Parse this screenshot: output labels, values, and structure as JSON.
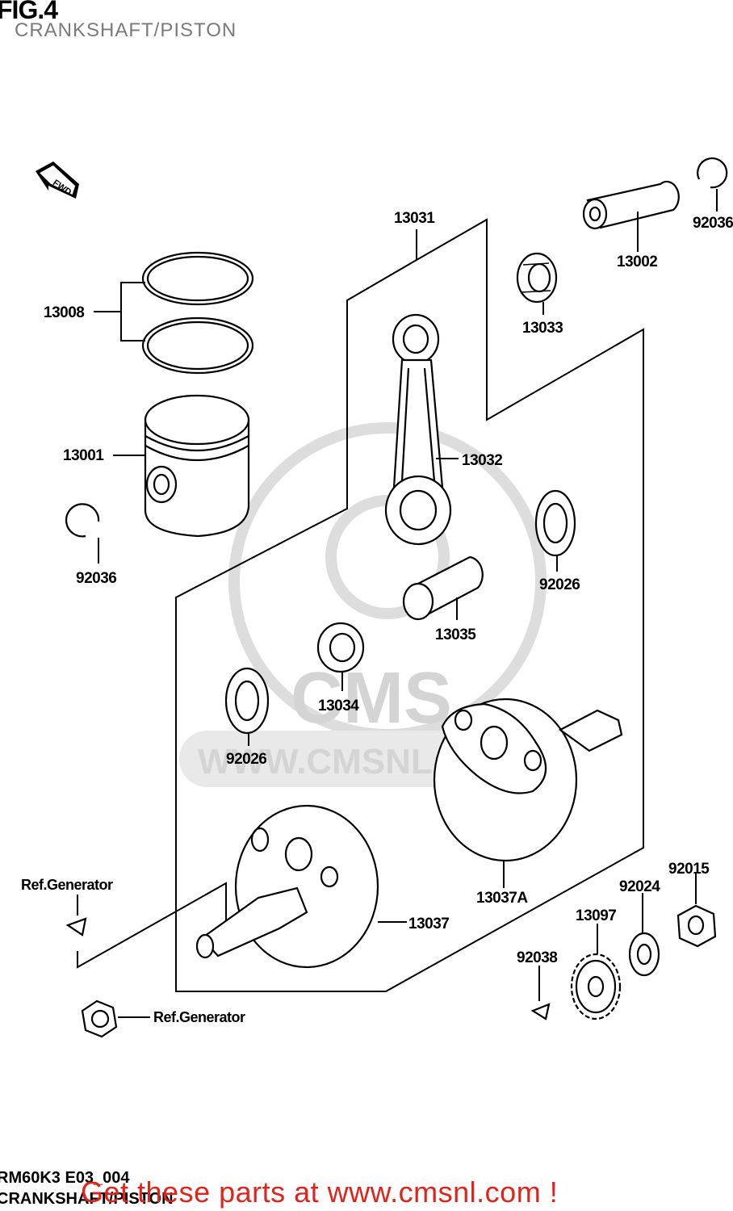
{
  "header": {
    "fig_label": "FIG.4",
    "subtitle": "CRANKSHAFT/PISTON"
  },
  "direction_marker": {
    "text": "FWD",
    "icon": "fwd-arrow-icon"
  },
  "parts": [
    {
      "id": "piston-pin-clip-right",
      "number": "92036"
    },
    {
      "id": "piston-pin",
      "number": "13002"
    },
    {
      "id": "connecting-rod-assy",
      "number": "13031"
    },
    {
      "id": "bearing-small-end",
      "number": "13033"
    },
    {
      "id": "piston-rings",
      "number": "13008"
    },
    {
      "id": "piston",
      "number": "13001"
    },
    {
      "id": "connecting-rod",
      "number": "13032"
    },
    {
      "id": "piston-pin-clip-left",
      "number": "92036"
    },
    {
      "id": "washer-right",
      "number": "92026"
    },
    {
      "id": "crank-pin",
      "number": "13035"
    },
    {
      "id": "bearing-big-end",
      "number": "13034"
    },
    {
      "id": "washer-left",
      "number": "92026"
    },
    {
      "id": "crankshaft-right",
      "number": "13037A"
    },
    {
      "id": "crankshaft-left",
      "number": "13037"
    },
    {
      "id": "nut",
      "number": "92015"
    },
    {
      "id": "washer-gear",
      "number": "92024"
    },
    {
      "id": "primary-drive-gear",
      "number": "13097"
    },
    {
      "id": "key",
      "number": "92038"
    }
  ],
  "refs": {
    "generator_key": "Ref.Generator",
    "generator_nut": "Ref.Generator"
  },
  "watermark": {
    "text": "WWW.CMSNL.COM",
    "logo": "CMS"
  },
  "footer": {
    "code": "RM60K3 E03_004",
    "subtitle": "CRANKSHAFT/PISTON",
    "promo": "Get these parts at www.cmsnl.com !"
  },
  "colors": {
    "promo": "#e0241b",
    "watermark": "#d4d4d4"
  }
}
